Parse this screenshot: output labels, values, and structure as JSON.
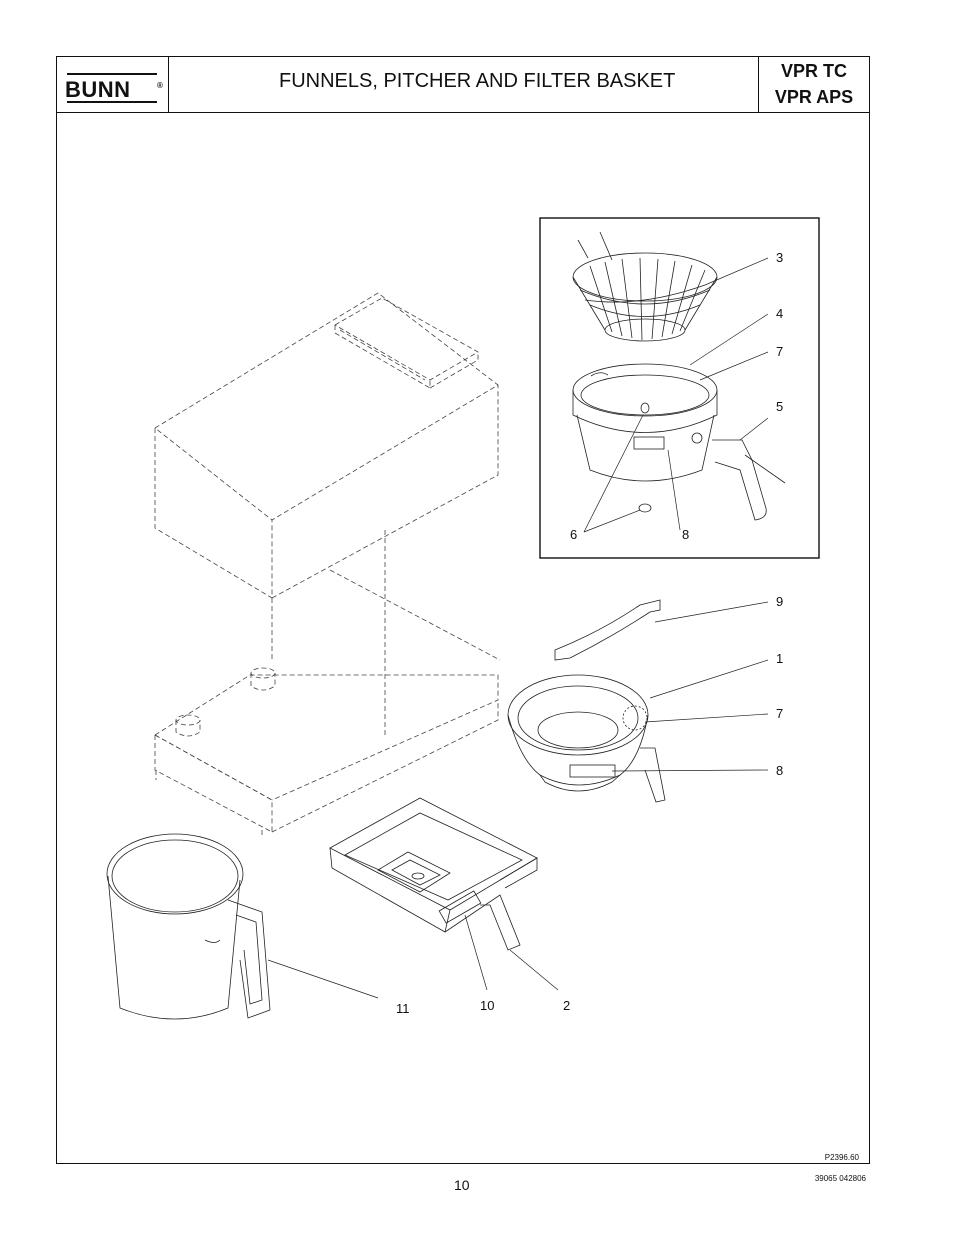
{
  "header": {
    "brand": "BUNN",
    "brand_mark": "®",
    "title": "FUNNELS, PITCHER AND FILTER BASKET",
    "models": [
      "VPR TC",
      "VPR APS"
    ]
  },
  "callouts": [
    {
      "id": "c3",
      "label": "3"
    },
    {
      "id": "c4",
      "label": "4"
    },
    {
      "id": "c7a",
      "label": "7"
    },
    {
      "id": "c5",
      "label": "5"
    },
    {
      "id": "c6",
      "label": "6"
    },
    {
      "id": "c8a",
      "label": "8"
    },
    {
      "id": "c9",
      "label": "9"
    },
    {
      "id": "c1",
      "label": "1"
    },
    {
      "id": "c7b",
      "label": "7"
    },
    {
      "id": "c8b",
      "label": "8"
    },
    {
      "id": "c11",
      "label": "11"
    },
    {
      "id": "c10",
      "label": "10"
    },
    {
      "id": "c2",
      "label": "2"
    }
  ],
  "figure_number": "P2396.60",
  "page_number": "10",
  "document_number": "39065 042806"
}
